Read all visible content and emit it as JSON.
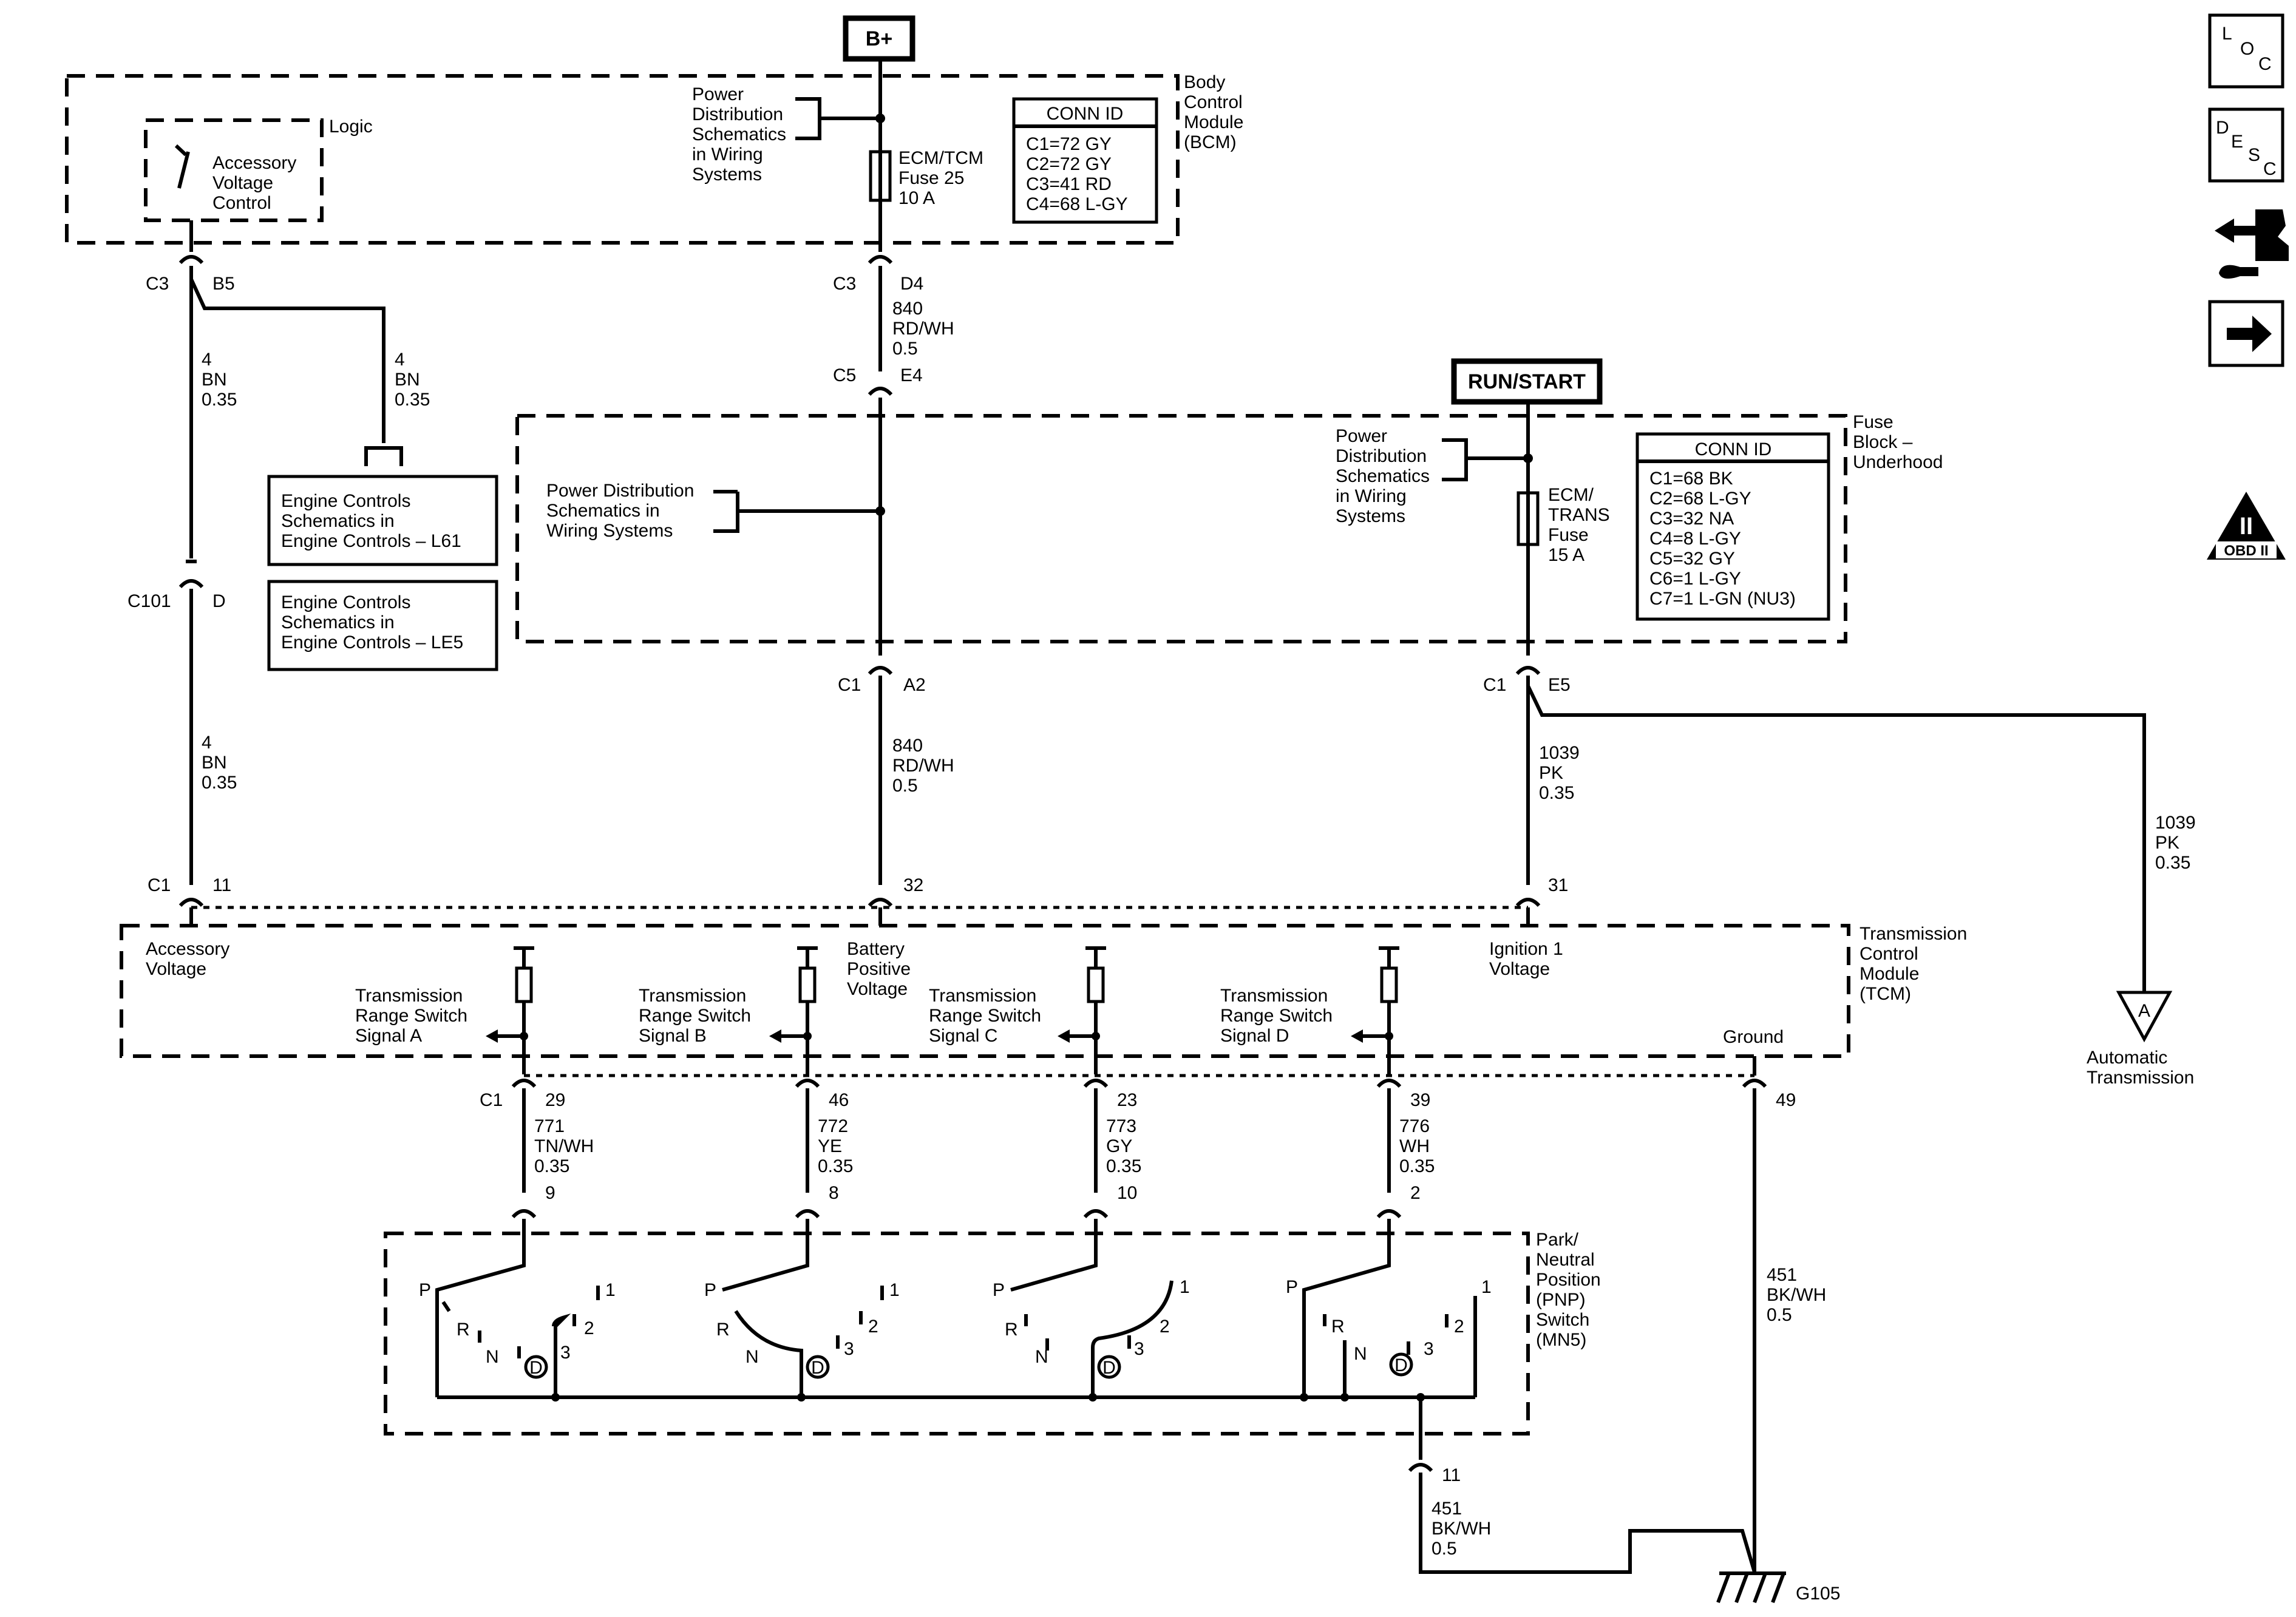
{
  "power": {
    "bplus": "B+",
    "run_start": "RUN/START"
  },
  "bcm": {
    "name": [
      "Body",
      "Control",
      "Module",
      "(BCM)"
    ],
    "logic": "Logic",
    "accessory": [
      "Accessory",
      "Voltage",
      "Control"
    ],
    "pds": [
      "Power",
      "Distribution",
      "Schematics",
      "in Wiring",
      "Systems"
    ],
    "fuse": [
      "ECM/TCM",
      "Fuse 25",
      "10 A"
    ],
    "conn_title": "CONN ID",
    "conn": [
      "C1=72 GY",
      "C2=72 GY",
      "C3=41 RD",
      "C4=68 L-GY"
    ]
  },
  "fuse_block": {
    "name": [
      "Fuse",
      "Block –",
      "Underhood"
    ],
    "pds_left": [
      "Power Distribution",
      "Schematics in",
      "Wiring Systems"
    ],
    "pds_right": [
      "Power",
      "Distribution",
      "Schematics",
      "in Wiring",
      "Systems"
    ],
    "fuse": [
      "ECM/",
      "TRANS",
      "Fuse",
      "15 A"
    ],
    "conn_title": "CONN ID",
    "conn": [
      "C1=68 BK",
      "C2=68 L-GY",
      "C3=32 NA",
      "C4=8 L-GY",
      "C5=32 GY",
      "C6=1 L-GY",
      "C7=1 L-GN (NU3)"
    ]
  },
  "engine_refs": [
    [
      "Engine Controls",
      "Schematics in",
      "Engine Controls – L61"
    ],
    [
      "Engine Controls",
      "Schematics in",
      "Engine Controls – LE5"
    ]
  ],
  "connectors": {
    "c3_b5": [
      "C3",
      "B5"
    ],
    "c3_d4": [
      "C3",
      "D4"
    ],
    "c5_e4": [
      "C5",
      "E4"
    ],
    "c101_d": [
      "C101",
      "D"
    ],
    "c1_a2": [
      "C1",
      "A2"
    ],
    "c1_e5": [
      "C1",
      "E5"
    ],
    "tcm_top": [
      "C1",
      "11",
      "32",
      "31"
    ],
    "tcm_bottom": [
      "C1",
      "29",
      "46",
      "23",
      "39",
      "49"
    ],
    "pnp_pins": [
      "9",
      "8",
      "10",
      "2",
      "11"
    ]
  },
  "wires": {
    "bn_left_upper": [
      "4",
      "BN",
      "0.35"
    ],
    "bn_branch": [
      "4",
      "BN",
      "0.35"
    ],
    "bn_left_lower": [
      "4",
      "BN",
      "0.35"
    ],
    "rdwh_upper": [
      "840",
      "RD/WH",
      "0.5"
    ],
    "rdwh_lower": [
      "840",
      "RD/WH",
      "0.5"
    ],
    "pk_tcm": [
      "1039",
      "PK",
      "0.35"
    ],
    "pk_auto": [
      "1039",
      "PK",
      "0.35"
    ],
    "s771": [
      "771",
      "TN/WH",
      "0.35"
    ],
    "s772": [
      "772",
      "YE",
      "0.35"
    ],
    "s773": [
      "773",
      "GY",
      "0.35"
    ],
    "s776": [
      "776",
      "WH",
      "0.35"
    ],
    "gnd_tcm": [
      "451",
      "BK/WH",
      "0.5"
    ],
    "gnd_pnp": [
      "451",
      "BK/WH",
      "0.5"
    ]
  },
  "tcm": {
    "name": [
      "Transmission",
      "Control",
      "Module",
      "(TCM)"
    ],
    "accessory": [
      "Accessory",
      "Voltage"
    ],
    "battery": [
      "Battery",
      "Positive",
      "Voltage"
    ],
    "ignition": [
      "Ignition 1",
      "Voltage"
    ],
    "ground": "Ground",
    "signals": [
      [
        "Transmission",
        "Range Switch",
        "Signal A"
      ],
      [
        "Transmission",
        "Range Switch",
        "Signal B"
      ],
      [
        "Transmission",
        "Range Switch",
        "Signal C"
      ],
      [
        "Transmission",
        "Range Switch",
        "Signal D"
      ]
    ]
  },
  "pnp": {
    "name": [
      "Park/",
      "Neutral",
      "Position",
      "(PNP)",
      "Switch",
      "(MN5)"
    ],
    "positions": [
      "P",
      "R",
      "N",
      "D",
      "3",
      "2",
      "1"
    ]
  },
  "auto_trans": {
    "letter": "A",
    "label": [
      "Automatic",
      "Transmission"
    ]
  },
  "ground_label": "G105",
  "side_icons": {
    "loc": [
      "L",
      "O",
      "C"
    ],
    "desc": [
      "D",
      "E",
      "S",
      "C"
    ],
    "obd": [
      "II",
      "OBD II"
    ]
  }
}
